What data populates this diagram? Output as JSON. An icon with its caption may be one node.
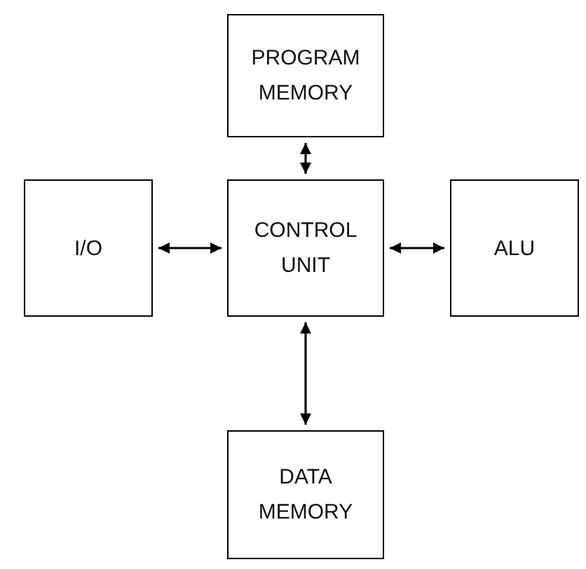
{
  "diagram": {
    "nodes": [
      {
        "text": [
          "PROGRAM MEMORY"
        ]
      },
      {
        "text": [
          "I/O"
        ]
      },
      {
        "text": [
          "CONTROL UNIT"
        ]
      },
      {
        "text": [
          "ALU"
        ]
      },
      {
        "text": [
          "DATA MEMORY"
        ]
      }
    ],
    "edges": [
      {
        "from": 2,
        "to": 0,
        "arrow": "both"
      },
      {
        "from": 1,
        "to": 2,
        "arrow": "both"
      },
      {
        "from": 2,
        "to": 3,
        "arrow": "both"
      },
      {
        "from": 2,
        "to": 4,
        "arrow": "both"
      }
    ]
  }
}
